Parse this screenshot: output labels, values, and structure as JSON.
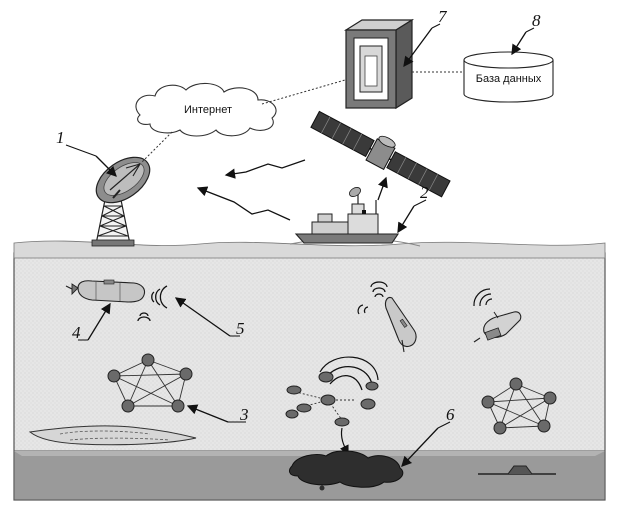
{
  "labels": {
    "internet": "Интернет",
    "database": "База данных"
  },
  "callouts": {
    "n1": "1",
    "n2": "2",
    "n3": "3",
    "n4": "4",
    "n5": "5",
    "n6": "6",
    "n7": "7",
    "n8": "8"
  },
  "colors": {
    "water": "#e4e4e4",
    "seabed": "#9a9a9a",
    "ink": "#222222",
    "node": "#6a6a6a"
  }
}
